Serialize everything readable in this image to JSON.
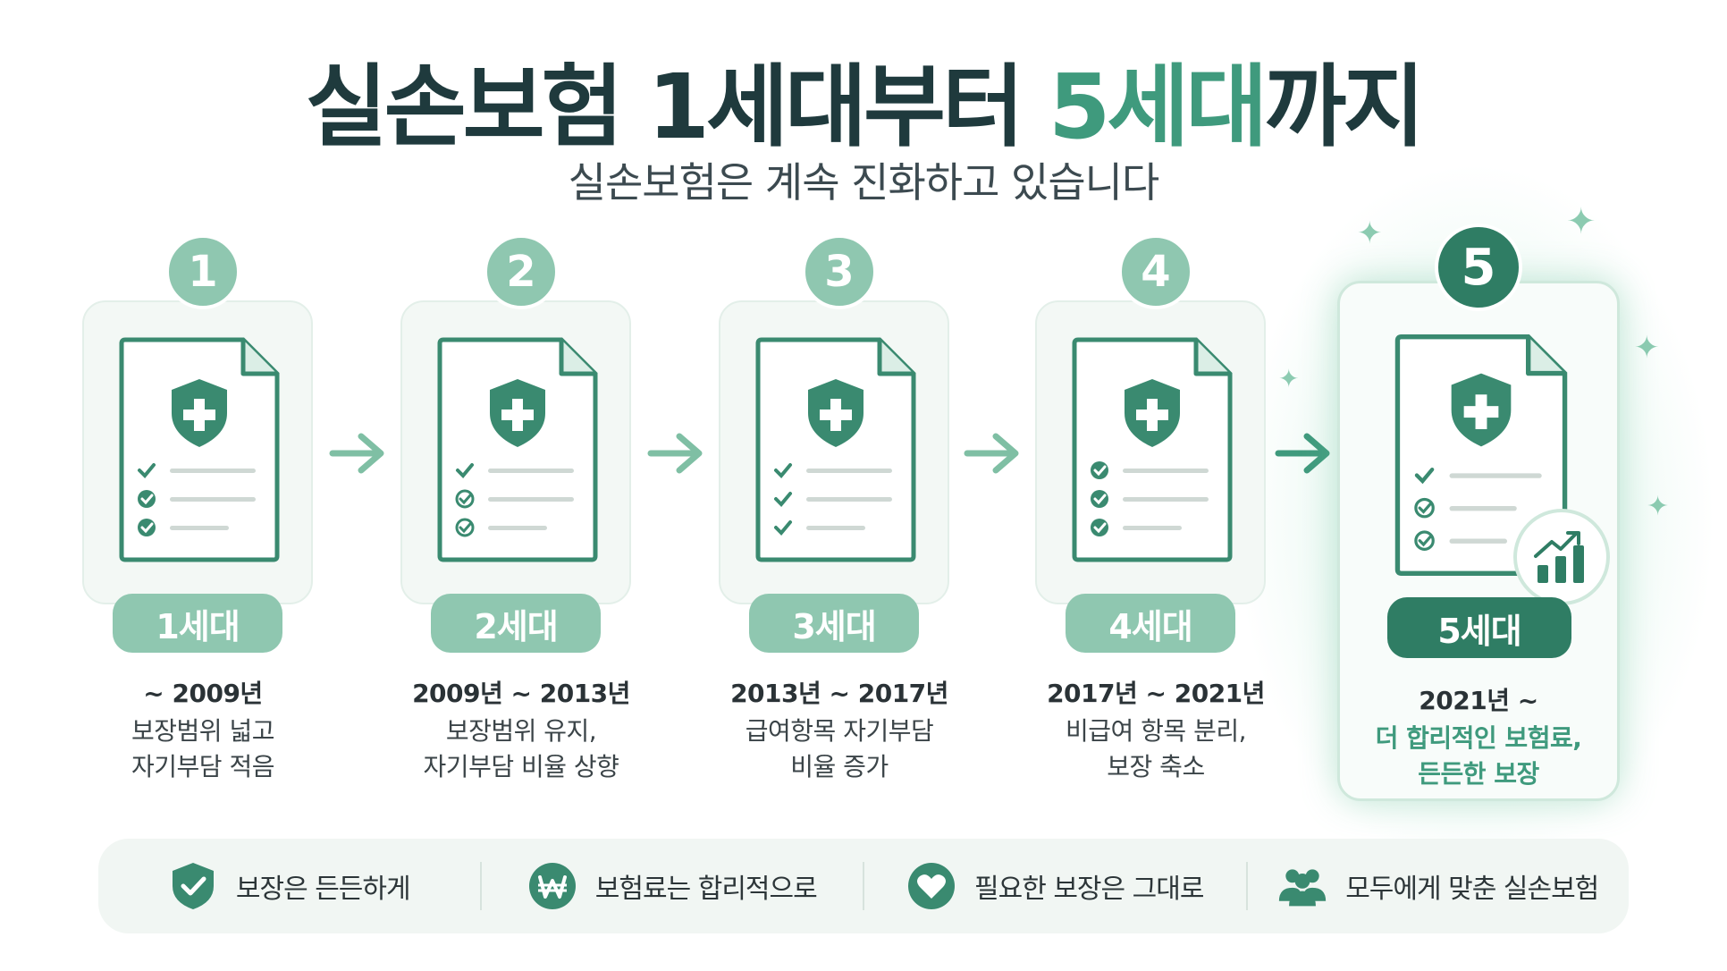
{
  "header": {
    "title_prefix": "실손보험 1세대부터 ",
    "title_accent": "5세대",
    "title_suffix": "까지",
    "subtitle": "실손보험은 계속 진화하고 있습니다"
  },
  "generations": [
    {
      "number": "1",
      "label": "1세대",
      "period": "~ 2009년",
      "desc1": "보장범위 넓고",
      "desc2": "자기부담 적음"
    },
    {
      "number": "2",
      "label": "2세대",
      "period": "2009년 ~ 2013년",
      "desc1": "보장범위 유지,",
      "desc2": "자기부담 비율 상향"
    },
    {
      "number": "3",
      "label": "3세대",
      "period": "2013년 ~ 2017년",
      "desc1": "급여항목 자기부담",
      "desc2": "비율 증가"
    },
    {
      "number": "4",
      "label": "4세대",
      "period": "2017년 ~ 2021년",
      "desc1": "비급여 항목 분리,",
      "desc2": "보장 축소"
    },
    {
      "number": "5",
      "label": "5세대",
      "period": "2021년 ~",
      "desc1": "더 합리적인 보험료,",
      "desc2": "든든한 보장"
    }
  ],
  "icons": {
    "document": "insurance-document-icon",
    "shield": "shield-plus-icon",
    "arrow": "arrow-right-icon",
    "chart": "bar-chart-up-icon"
  },
  "features": [
    {
      "icon": "shield-check-icon",
      "label": "보장은 든든하게"
    },
    {
      "icon": "won-coin-icon",
      "label": "보험료는 합리적으로"
    },
    {
      "icon": "heart-icon",
      "label": "필요한 보장은 그대로"
    },
    {
      "icon": "people-icon",
      "label": "모두에게 맞춘 실손보험"
    }
  ],
  "colors": {
    "primary": "#2f7d64",
    "light": "#8fc7b0",
    "accent": "#3f9a7d",
    "title": "#1f3a3d"
  }
}
